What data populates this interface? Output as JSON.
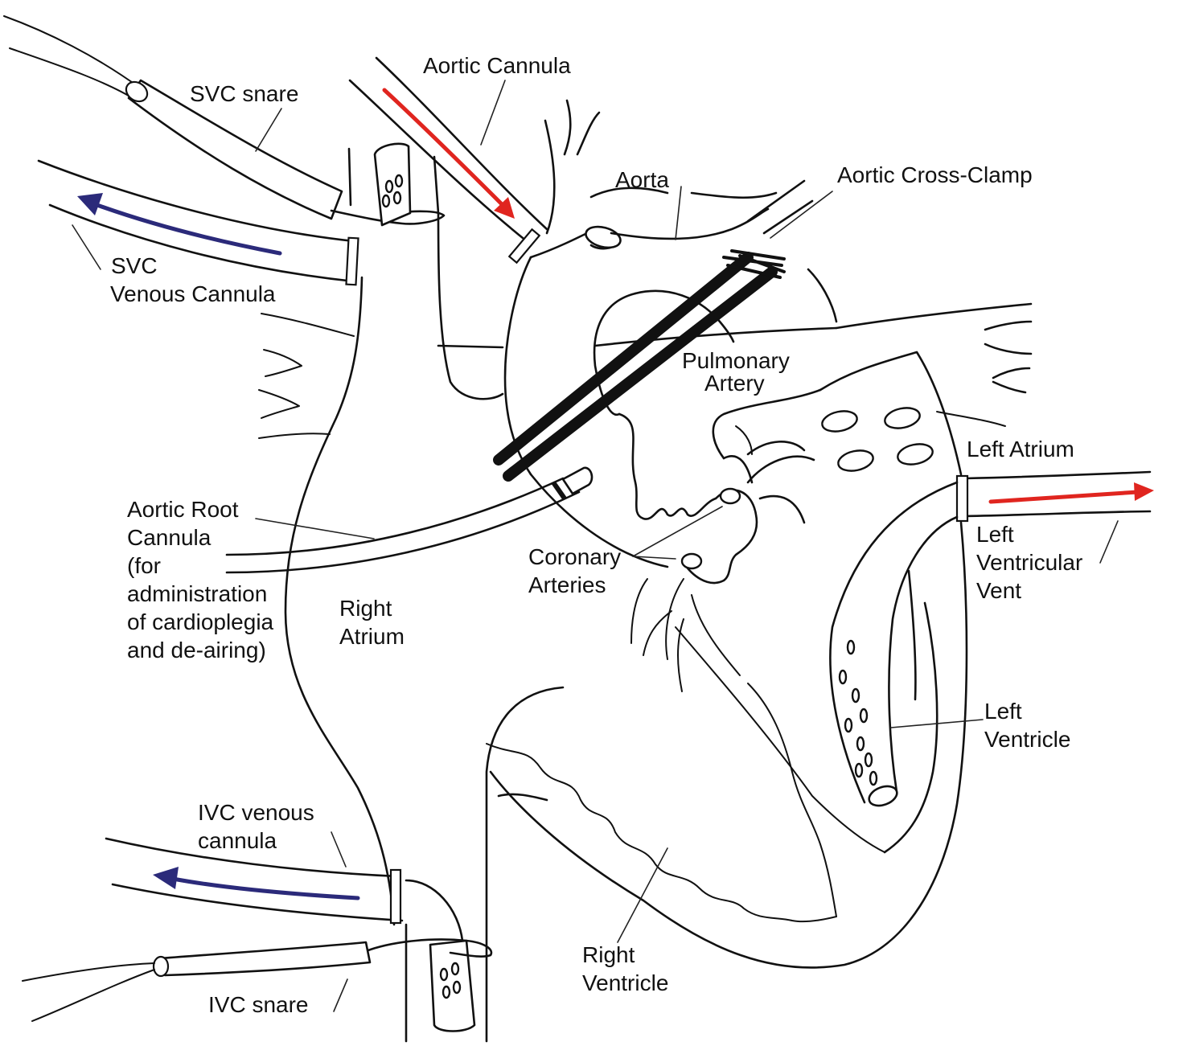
{
  "labels": {
    "svc_snare": "SVC snare",
    "aortic_cannula": "Aortic Cannula",
    "aorta": "Aorta",
    "aortic_cross_clamp": "Aortic Cross-Clamp",
    "svc_venous_cannula": [
      "SVC",
      "Venous Cannula"
    ],
    "pulmonary_artery": [
      "Pulmonary",
      "Artery"
    ],
    "left_atrium": "Left Atrium",
    "aortic_root_cannula": [
      "Aortic Root",
      "Cannula",
      "(for",
      "administration",
      "of cardioplegia",
      "and de-airing)"
    ],
    "coronary_arteries": [
      "Coronary",
      "Arteries"
    ],
    "left_ventricular_vent": [
      "Left",
      "Ventricular",
      "Vent"
    ],
    "right_atrium": [
      "Right",
      "Atrium"
    ],
    "left_ventricle": [
      "Left",
      "Ventricle"
    ],
    "ivc_venous_cannula": [
      "IVC venous",
      "cannula"
    ],
    "right_ventricle": [
      "Right",
      "Ventricle"
    ],
    "ivc_snare": "IVC snare"
  },
  "colors": {
    "venous_flow": "#2b2a7a",
    "arterial_flow": "#e0251f",
    "ink": "#111111"
  }
}
